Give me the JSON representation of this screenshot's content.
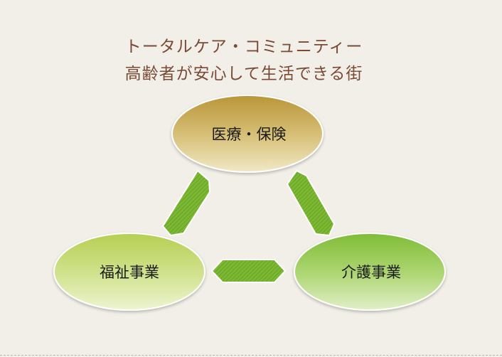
{
  "title": {
    "line1": "トータルケア・コミュニティー",
    "line2": "高齢者が安心して生活できる街"
  },
  "nodes": {
    "top": {
      "label": "医療・保険"
    },
    "left": {
      "label": "福祉事業"
    },
    "right": {
      "label": "介護事業"
    }
  },
  "colors": {
    "background": "#f2efe8",
    "title_text": "#7a4a35",
    "top_node": "#c9a94e",
    "left_node": "#b9d35a",
    "right_node": "#8cc63f",
    "connector": "#7cb832"
  }
}
